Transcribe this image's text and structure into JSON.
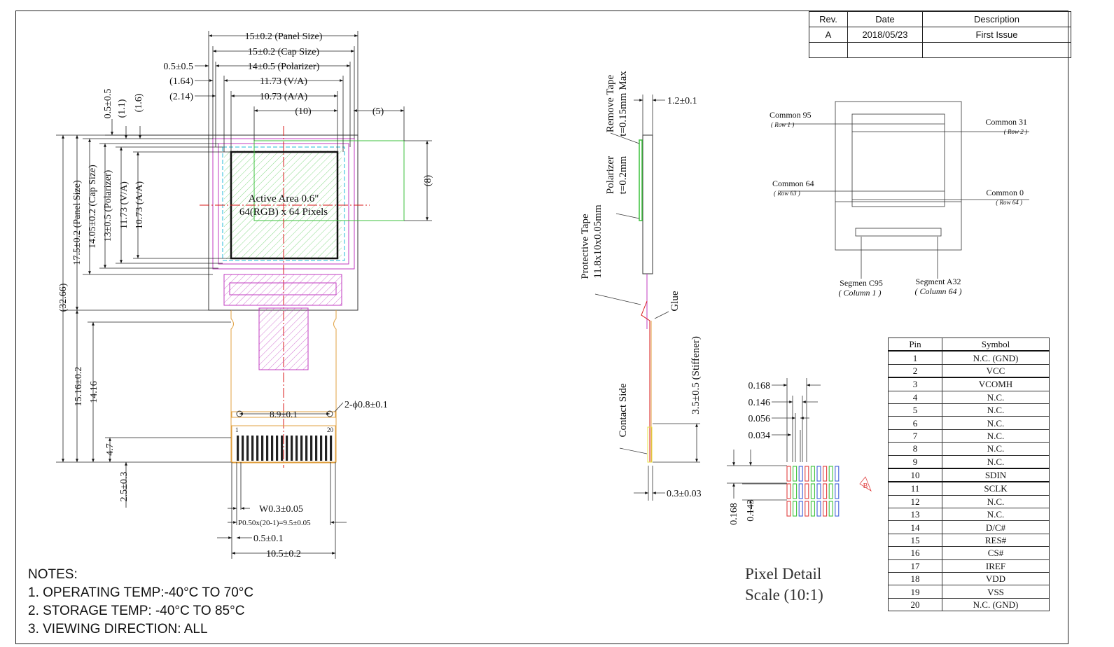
{
  "revision_table": {
    "headers": [
      "Rev.",
      "Date",
      "Description"
    ],
    "rows": [
      [
        "A",
        "2018/05/23",
        "First Issue"
      ],
      [
        "",
        "",
        ""
      ]
    ]
  },
  "front_view": {
    "dims_top": [
      "15±0.2 (Panel Size)",
      "15±0.2 (Cap Size)",
      "14±0.5 (Polarizer)",
      "11.73 (V/A)",
      "10.73 (A/A)",
      "(10)",
      "(5)"
    ],
    "dims_left_offsets": [
      "0.5±0.5",
      "(1.64)",
      "(2.14)"
    ],
    "dims_top_vertical": [
      "0.5±0.5",
      "(1.1)",
      "(1.6)"
    ],
    "dims_vertical": [
      "17.5±0.2 (Panel Size)",
      "14.05±0.2 (Cap Size)",
      "13±0.5 (Polarizer)",
      "11.73 (V/A)",
      "10.73 (A/A)",
      "(32.66)",
      "15.16±0.2",
      "14.16",
      "4.7",
      "2.5±0.3"
    ],
    "dim_right_8": "(8)",
    "active_area": [
      "Active Area 0.6\"",
      "64(RGB) x 64 Pixels"
    ],
    "hole_spacing": "8.9±0.1",
    "holes": "2-ϕ0.8±0.1",
    "pin_first": "1",
    "pin_last": "20",
    "bottom_dims": [
      "W0.3±0.05",
      "P0.50x(20-1)=9.5±0.05",
      "0.5±0.1",
      "10.5±0.2"
    ]
  },
  "side_view": {
    "remove_tape": [
      "Remove Tape",
      "t=0.15mm Max"
    ],
    "thickness": "1.2±0.1",
    "polarizer": [
      "Polarizer",
      "t=0.2mm"
    ],
    "protective_tape": [
      "Protective Tape",
      "11.8x10x0.05mm"
    ],
    "glue": "Glue",
    "stiffener": "3.5±0.5 (Stiffener)",
    "contact_side": "Contact Side",
    "fpc_thickness": "0.3±0.03"
  },
  "scan_diagram": {
    "common95": [
      "Common 95",
      "( Row 1 )"
    ],
    "common31": [
      "Common 31",
      "( Row 2 )"
    ],
    "common64": [
      "Common 64",
      "( Row 63 )"
    ],
    "common0": [
      "Common 0",
      "( Row 64 )"
    ],
    "segC95": [
      "Segmen C95",
      "( Column 1 )"
    ],
    "segA32": [
      "Segment A32",
      "( Column 64 )"
    ]
  },
  "pixel_detail": {
    "dims": [
      "0.168",
      "0.146",
      "0.056",
      "0.034"
    ],
    "dims_vertical": [
      "0.168",
      "0.143"
    ],
    "marker": "B",
    "title": [
      "Pixel Detail",
      "Scale (10:1)"
    ]
  },
  "pin_table": {
    "headers": [
      "Pin",
      "Symbol"
    ],
    "rows": [
      [
        "1",
        "N.C. (GND)"
      ],
      [
        "2",
        "VCC"
      ],
      [
        "3",
        "VCOMH"
      ],
      [
        "4",
        "N.C."
      ],
      [
        "5",
        "N.C."
      ],
      [
        "6",
        "N.C."
      ],
      [
        "7",
        "N.C."
      ],
      [
        "8",
        "N.C."
      ],
      [
        "9",
        "N.C."
      ],
      [
        "10",
        "SDIN"
      ],
      [
        "11",
        "SCLK"
      ],
      [
        "12",
        "N.C."
      ],
      [
        "13",
        "N.C."
      ],
      [
        "14",
        "D/C#"
      ],
      [
        "15",
        "RES#"
      ],
      [
        "16",
        "CS#"
      ],
      [
        "17",
        "IREF"
      ],
      [
        "18",
        "VDD"
      ],
      [
        "19",
        "VSS"
      ],
      [
        "20",
        "N.C. (GND)"
      ]
    ]
  },
  "notes": {
    "title": "NOTES:",
    "items": [
      "1. OPERATING TEMP:-40°C TO 70°C",
      "2. STORAGE TEMP: -40°C TO 85°C",
      "3. VIEWING DIRECTION: ALL"
    ]
  },
  "colors": {
    "panel": "#c03bc0",
    "cap_green": "#3cc23c",
    "polarizer_cyan": "#22b8d8",
    "center_red": "#d81a1a",
    "fpc_orange": "#e0a040"
  }
}
